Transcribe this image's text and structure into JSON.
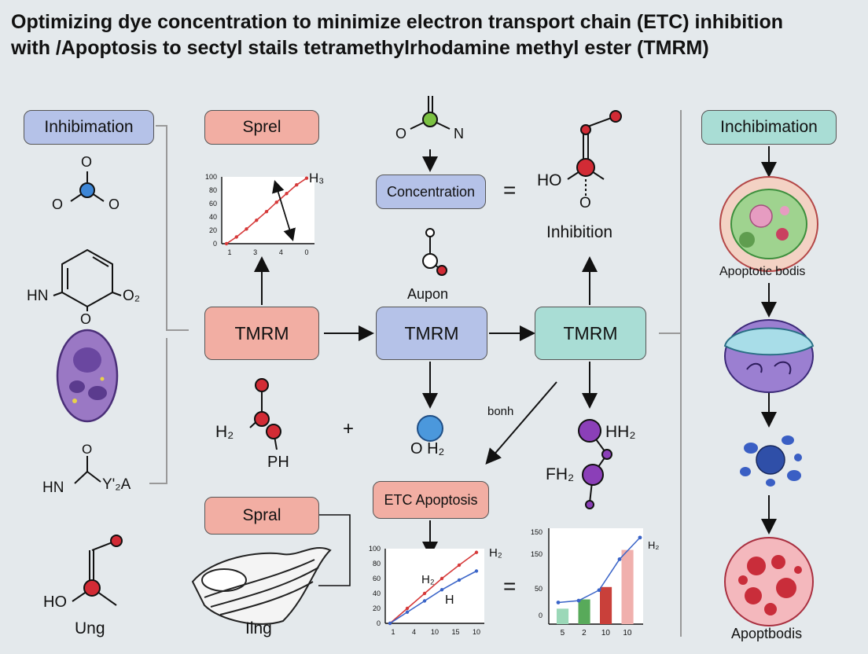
{
  "title_line1": "Optimizing dye concentration to minimize electron transport chain (ETC) inhibition",
  "title_line2": "with /Apoptosis to sectyl stails tetramethylrhodamine methyl ester (TMRM)",
  "boxes": {
    "inhibimation": "Inhibimation",
    "sprel": "Sprel",
    "concentration": "Concentration",
    "inchibimation": "Inchibimation",
    "tmrm_left": "TMRM",
    "tmrm_center": "TMRM",
    "tmrm_right": "TMRM",
    "etc_apoptosis": "ETC Apoptosis",
    "spral": "Spral"
  },
  "labels": {
    "inhibition": "Inhibition",
    "aupon": "Aupon",
    "bonh": "bonh",
    "apoptotic_bodis": "Apoptotic bodis",
    "apoptbodis": "Apoptbodis",
    "ung": "Ung",
    "ilng": "Ilng",
    "equals_top": "=",
    "equals_bottom": "=",
    "plus": "+"
  },
  "molecules": {
    "left_o_top": "O",
    "left_o_left": "O",
    "left_o_right": "O",
    "ring_hn": "HN",
    "ring_o2": "O₂",
    "ring_o": "O",
    "hn_bottom": "HN",
    "y2a": "Y'₂A",
    "hn_o": "O",
    "ho_left": "HO",
    "top_o": "O",
    "top_n": "N",
    "ho_top": "HO",
    "ho_o": "O",
    "h2_mid": "H₂",
    "ph_mid": "PH",
    "oh2_center": "O H₂",
    "hh2_right": "HH₂",
    "fh2_right": "FH₂"
  },
  "chart_data": [
    {
      "type": "line",
      "x_ticks": [
        "1",
        "3",
        "4",
        "0"
      ],
      "y_ticks": [
        "0",
        "20",
        "40",
        "60",
        "80",
        "100"
      ],
      "ylim": [
        0,
        100
      ],
      "series": [
        {
          "name": "H₃",
          "color": "#d63a3a",
          "values": [
            0,
            10,
            22,
            35,
            48,
            62,
            75,
            88,
            98
          ]
        }
      ],
      "series_label": "H₃"
    },
    {
      "type": "line",
      "x_ticks": [
        "1",
        "4",
        "10",
        "15",
        "10"
      ],
      "y_ticks": [
        "0",
        "20",
        "40",
        "60",
        "80",
        "100"
      ],
      "ylim": [
        0,
        100
      ],
      "series": [
        {
          "name": "H₂",
          "color": "#d63a3a",
          "values": [
            0,
            20,
            40,
            60,
            78,
            95
          ]
        },
        {
          "name": "H",
          "color": "#3a64c8",
          "values": [
            0,
            15,
            30,
            45,
            58,
            70
          ]
        }
      ],
      "labels": [
        "H₂",
        "H₂",
        "H"
      ]
    },
    {
      "type": "bar",
      "categories": [
        "5",
        "2",
        "10",
        "10"
      ],
      "y_ticks": [
        "0",
        "50",
        "150",
        "150"
      ],
      "ylim": [
        0,
        150
      ],
      "values": [
        25,
        40,
        60,
        120
      ],
      "bar_colors": [
        "#9bd8b8",
        "#58aa5a",
        "#c9403a",
        "#f0b0ad"
      ],
      "line_values": [
        35,
        38,
        55,
        105,
        140
      ],
      "line_color": "#3a64c8",
      "series_label": "H₂"
    }
  ]
}
